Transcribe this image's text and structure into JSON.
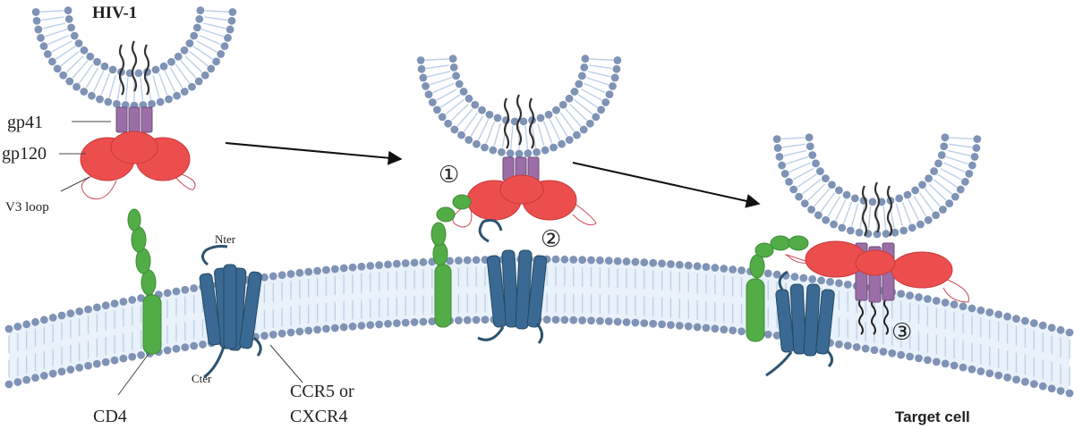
{
  "labels": {
    "hiv": "HIV-1",
    "gp41": "gp41",
    "gp120": "gp120",
    "v3_loop": "V3 loop",
    "nter": "Nter",
    "cter": "Cter",
    "cd4": "CD4",
    "coreceptor_line1": "CCR5 or",
    "coreceptor_line2": "CXCR4",
    "target_cell": "Target cell",
    "step1": "①",
    "step2": "②",
    "step3": "③"
  },
  "colors": {
    "head": "#7e93b5",
    "tail": "#bcd0e8",
    "gp120": "#ec4e4e",
    "gp41": "#9b6ea8",
    "cd4": "#52ad46",
    "coreceptor": "#3a6a93",
    "arrow": "#111111"
  }
}
